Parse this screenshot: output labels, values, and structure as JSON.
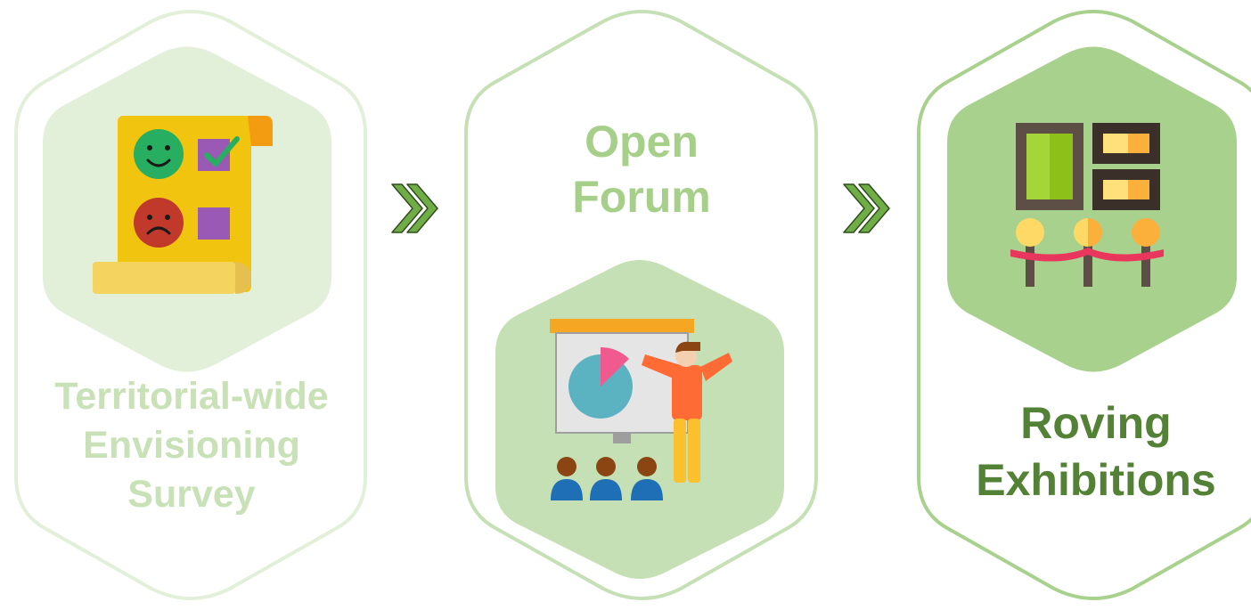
{
  "colors": {
    "stage1_text": "#c8e1b7",
    "stage2_text": "#a6d08a",
    "stage3_text": "#538135",
    "stage1_outline": "#e2efd9",
    "stage2_outline": "#c5e0b4",
    "stage3_outline": "#a9d18e",
    "arrow": "#70ad47"
  },
  "stages": [
    {
      "label_lines": [
        "Territorial-wide",
        "Envisioning",
        "Survey"
      ],
      "icon": "survey-scroll-icon"
    },
    {
      "label_lines": [
        "Open",
        "Forum"
      ],
      "icon": "presentation-icon"
    },
    {
      "label_lines": [
        "Roving",
        "Exhibitions"
      ],
      "icon": "exhibition-icon"
    }
  ],
  "connectors": [
    "double-chevron-icon",
    "double-chevron-icon"
  ]
}
